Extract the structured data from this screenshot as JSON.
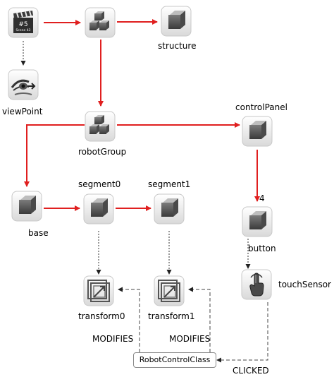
{
  "nodes": {
    "scene": {
      "label": "#5",
      "sublabel": "Scene 43",
      "icon": "clapperboard-icon"
    },
    "group_top": {
      "label": "",
      "icon": "group-cubes-icon"
    },
    "structure": {
      "label": "structure",
      "icon": "cube-icon"
    },
    "viewpoint": {
      "label": "viewPoint",
      "icon": "viewpoint-eye-icon"
    },
    "robotgroup": {
      "label": "robotGroup",
      "icon": "group-cubes-icon"
    },
    "controlpanel": {
      "label": "controlPanel",
      "icon": "cube-icon"
    },
    "base": {
      "label": "base",
      "icon": "cube-icon"
    },
    "segment0": {
      "label": "segment0",
      "icon": "cube-icon"
    },
    "segment1": {
      "label": "segment1",
      "icon": "cube-icon"
    },
    "button": {
      "label": "button",
      "icon": "cube-icon",
      "badge": "4"
    },
    "transform0": {
      "label": "transform0",
      "icon": "transform-icon"
    },
    "transform1": {
      "label": "transform1",
      "icon": "transform-icon"
    },
    "touchsensor": {
      "label": "touchSensor",
      "icon": "touch-sensor-hand-icon"
    }
  },
  "script_box": {
    "label": "RobotControlClass"
  },
  "edge_labels": {
    "modifies_0": "MODIFIES",
    "modifies_1": "MODIFIES",
    "clicked": "CLICKED"
  },
  "colors": {
    "hierarchy_edge": "#e01f1f",
    "dotted_edge": "#333333",
    "dashed_edge": "#444444",
    "icon_bg": "#eeeeee"
  }
}
